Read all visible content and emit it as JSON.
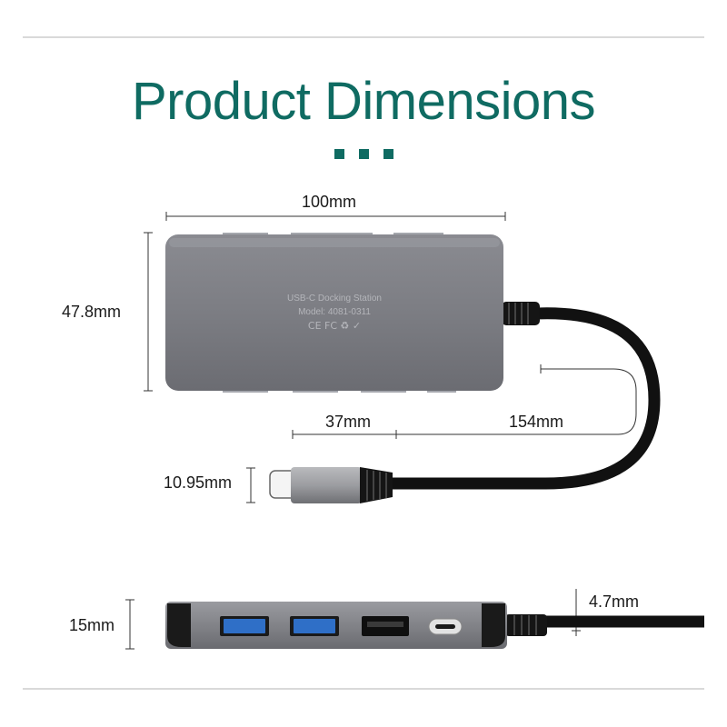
{
  "page": {
    "title": "Product Dimensions",
    "accent_color": "#0f6b62"
  },
  "device_label": {
    "line1": "USB-C Docking Station",
    "line2": "Model: 4081-0311",
    "marks": "CE FC ♻ ✓"
  },
  "dimensions": {
    "width": "100mm",
    "height": "47.8mm",
    "plug_length": "37mm",
    "cable_length": "154mm",
    "plug_height": "10.95mm",
    "thickness": "15mm",
    "cable_diameter": "4.7mm"
  },
  "ports": [
    {
      "name": "usb-a-port",
      "color": "#2f6fc7"
    },
    {
      "name": "usb-a-port",
      "color": "#2f6fc7"
    },
    {
      "name": "usb-a-port",
      "color": "#1c1c1c"
    },
    {
      "name": "usb-c-port",
      "color": "#dcdcdc"
    }
  ]
}
